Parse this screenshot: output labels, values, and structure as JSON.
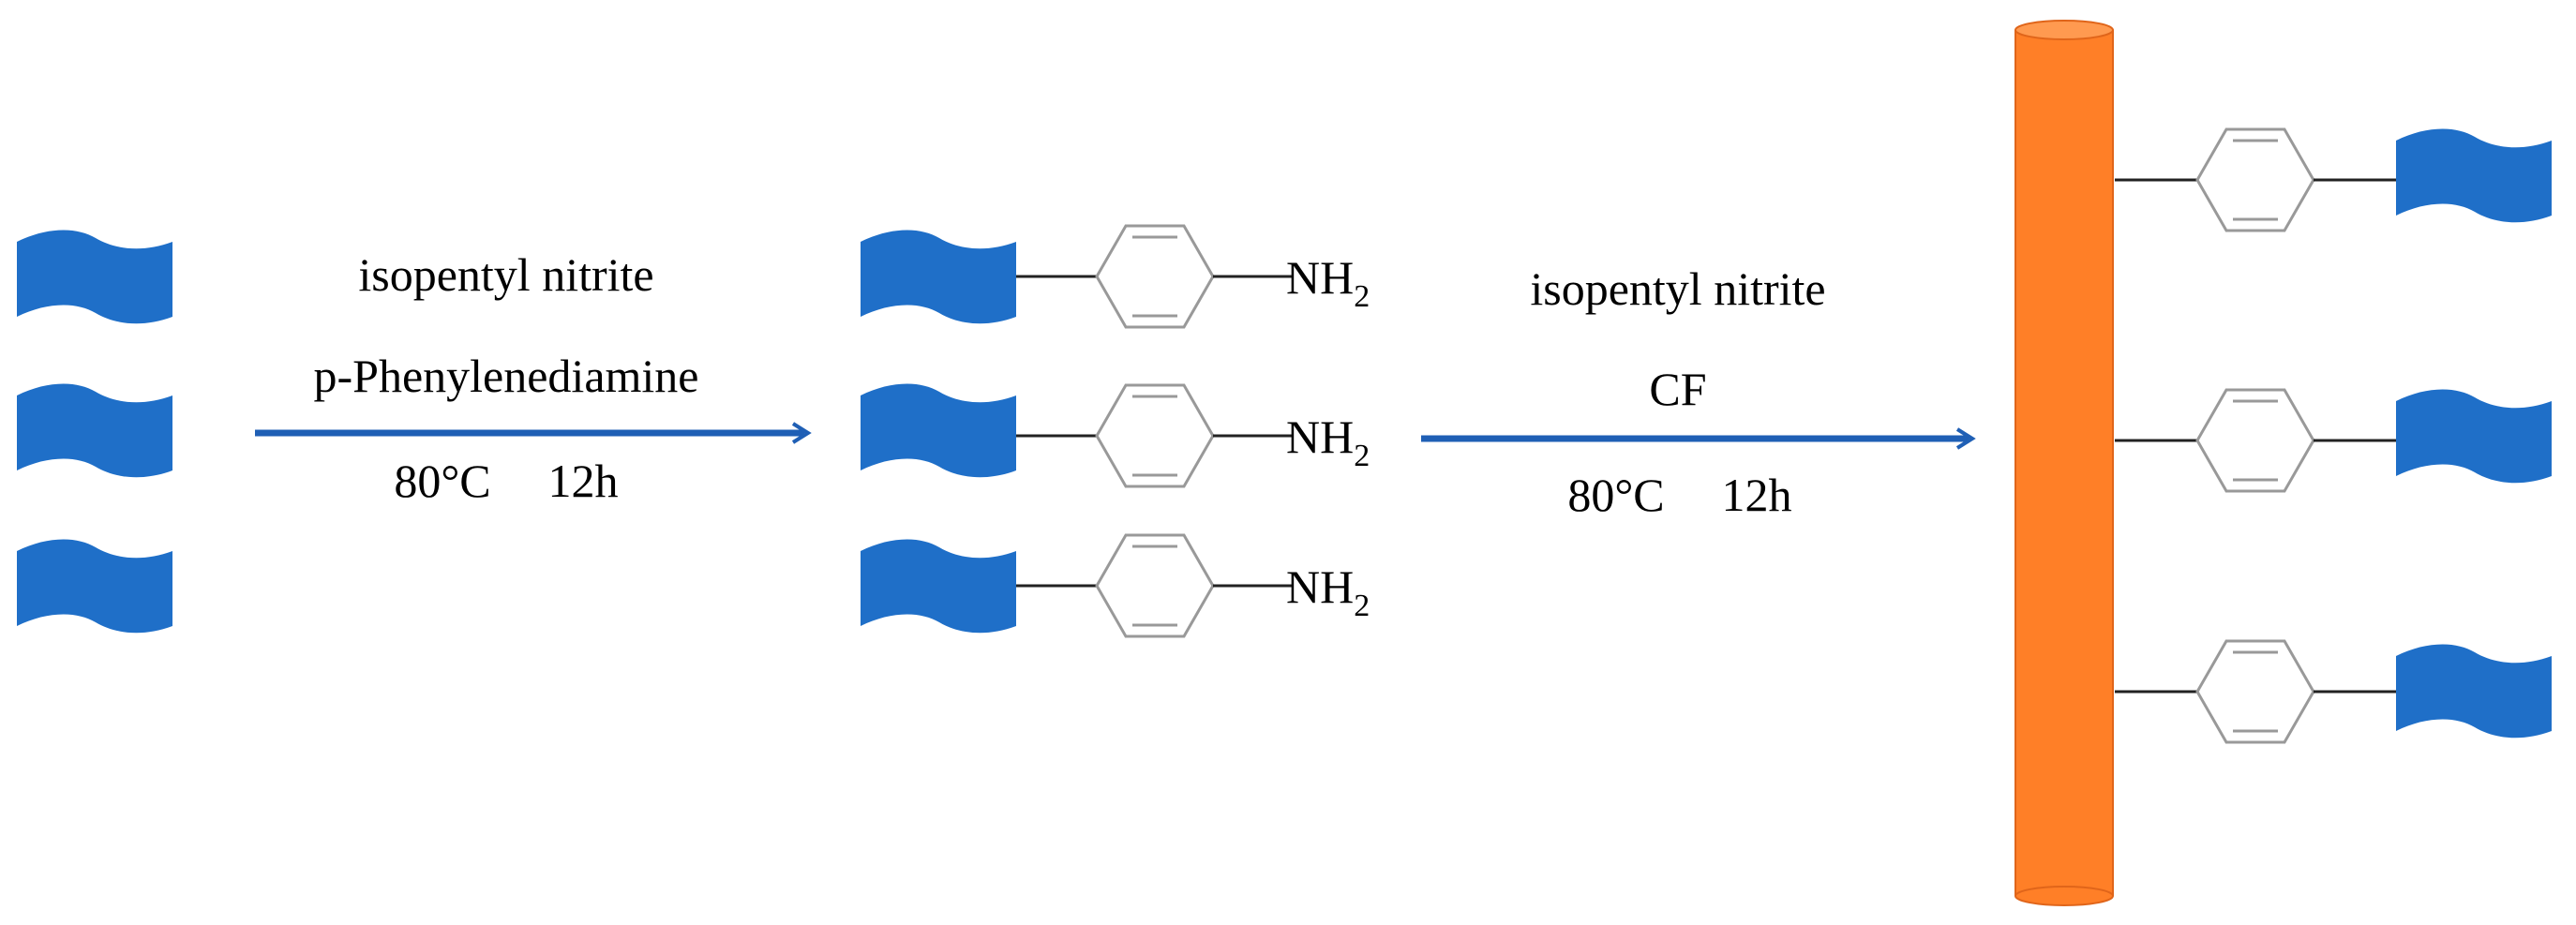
{
  "step1": {
    "reagent_line1": "isopentyl nitrite",
    "reagent_line2": "p-Phenylenediamine",
    "conditions_temp": "80°C",
    "conditions_time": "12h"
  },
  "step2": {
    "reagent_line1": "isopentyl nitrite",
    "reagent_line2": "CF",
    "conditions_temp": "80°C",
    "conditions_time": "12h"
  },
  "amine_group": {
    "base": "NH",
    "subscript": "2"
  },
  "colors": {
    "sheet": "#1F6FC8",
    "arrow": "#1F5FB5",
    "fiber": "#FF7F27",
    "fiber_edge": "#E0651A",
    "ring": "#999999",
    "bond": "#222222"
  }
}
